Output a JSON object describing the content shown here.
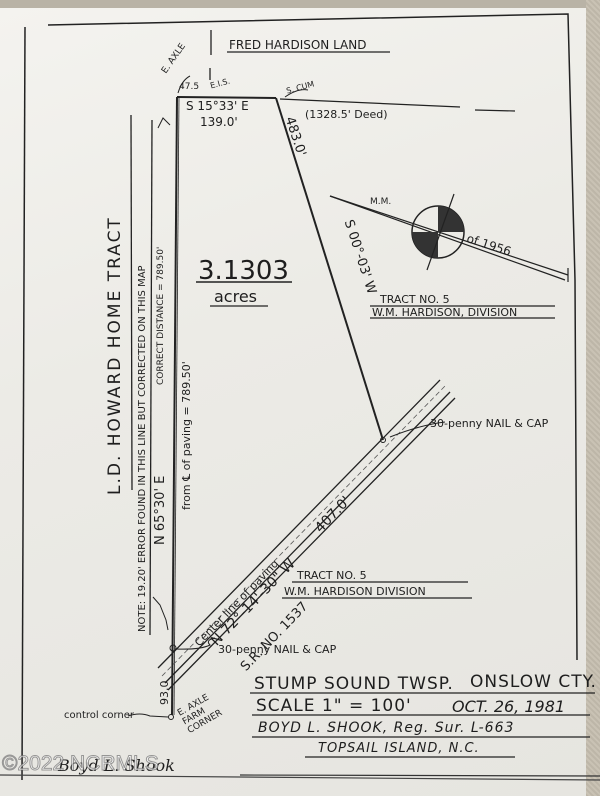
{
  "map": {
    "north_neighbor": "FRED HARDISON LAND",
    "west_neighbor": "L.D. HOWARD HOME TRACT",
    "area": {
      "value": "3.1303",
      "unit": "acres"
    },
    "corners": {
      "nw": "E. AXLE",
      "ne": "S. CUM",
      "sw": "E. AXLE FARM CORNER",
      "control": "control corner"
    },
    "north_line": {
      "offset_left": "47.5",
      "offset_mark": "E.I.S.",
      "bearing": "S 15°33' E",
      "distance": "139.0'",
      "deed_note": "(1328.5' Deed)"
    },
    "east_line": {
      "bearing": "S 00°-03' W",
      "distance": "483.0'"
    },
    "west_line": {
      "bearing": "N 65°30' E",
      "from_paving": "from ℄ of paving = 789.50'",
      "correct_distance": "CORRECT DISTANCE = 789.50'",
      "note": "NOTE: 19.20' ERROR FOUND IN THIS LINE BUT CORRECTED ON THIS MAP",
      "tie_distance": "93.0"
    },
    "south_line": {
      "bearing": "N 72°-14'-30\" W",
      "distance": "407.0'",
      "center_label": "Center line of paving",
      "road": "S.R. NO. 1537"
    },
    "nail_cap_east": "30-penny NAIL & CAP",
    "nail_cap_west": "30-penny NAIL & CAP",
    "east_tract": {
      "line1": "TRACT NO. 5",
      "line2": "W.M. HARDISON, DIVISION"
    },
    "south_tract": {
      "line1": "TRACT NO. 5",
      "line2": "W.M. HARDISON DIVISION"
    },
    "meridian": {
      "label": "M.M.",
      "year_label": "of 1956"
    }
  },
  "title_block": {
    "line1_left": "STUMP SOUND TWSP.",
    "line1_right": "ONSLOW CTY.",
    "line2_left": "SCALE 1\" = 100'",
    "line2_right": "OCT. 26, 1981",
    "line3": "BOYD L. SHOOK, Reg. Sur. L-663",
    "line4": "TOPSAIL ISLAND, N.C."
  },
  "signature": "Boyd L. Shook",
  "watermark": "©2022 NCRMLS"
}
